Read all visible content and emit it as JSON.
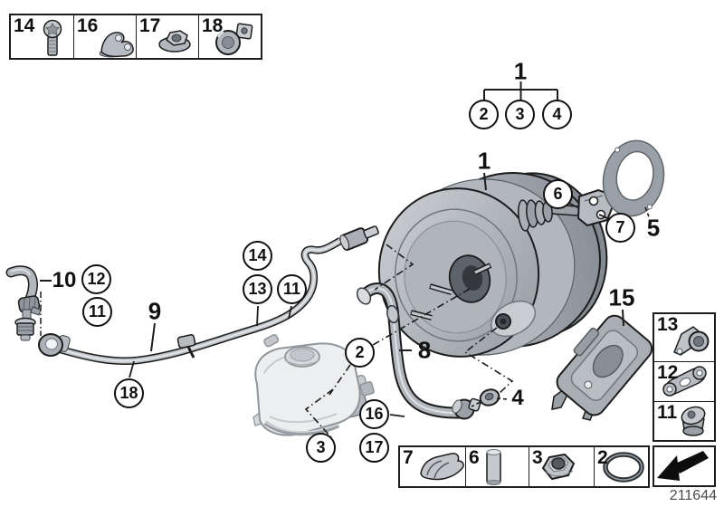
{
  "drawing_number": "211644",
  "colors": {
    "background": "#ffffff",
    "line": "#1d1d1d",
    "part_light": "#ced2d6",
    "part_mid": "#aab0b6",
    "part_dark": "#82888f",
    "tank_fill": "#eceeef",
    "id_text": "#4c4c4c"
  },
  "callout_tree": {
    "root": "1",
    "children": [
      "2",
      "3",
      "4"
    ]
  },
  "plain_labels": {
    "main_assembly": "1",
    "gasket": "5",
    "pipe": "9",
    "elbow_hose": "10",
    "vacuum_hose": "8",
    "grommet": "4",
    "support_bracket": "15"
  },
  "circled_labels": {
    "c6": "6",
    "c7": "7",
    "c12_left": "12",
    "c11_left": "11",
    "c18_left": "18",
    "c14_mid": "14",
    "c13_mid": "13",
    "c11_mid": "11",
    "c2_mid": "2",
    "c16_mid": "16",
    "c17_mid": "17",
    "c3_mid": "3"
  },
  "top_parts_box": {
    "cells": [
      {
        "label": "14",
        "icon": "torx-screw-icon"
      },
      {
        "label": "16",
        "icon": "pipe-clamp-icon"
      },
      {
        "label": "17",
        "icon": "flange-nut-icon"
      },
      {
        "label": "18",
        "icon": "holder-grommet-icon"
      }
    ]
  },
  "side_parts_box": {
    "cells": [
      {
        "label": "13",
        "icon": "clamp-with-nut-icon"
      },
      {
        "label": "12",
        "icon": "tab-plate-icon"
      },
      {
        "label": "11",
        "icon": "pipe-holder-icon"
      }
    ]
  },
  "bottom_parts_box": {
    "cells": [
      {
        "label": "7",
        "icon": "spring-clip-icon"
      },
      {
        "label": "6",
        "icon": "clevis-pin-icon"
      },
      {
        "label": "3",
        "icon": "hex-nut-icon"
      },
      {
        "label": "2",
        "icon": "o-ring-icon"
      }
    ]
  },
  "direction_box": {
    "icon": "assembly-direction-arrow-icon"
  }
}
